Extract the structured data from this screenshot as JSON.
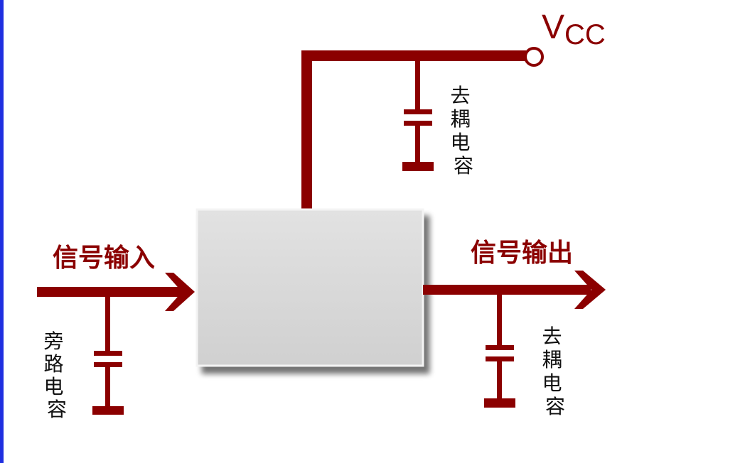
{
  "colors": {
    "wire": "#8b0000",
    "left_border": "#1f2fe0",
    "box_fill": "#d9d9d9",
    "box_edge": "#ffffff",
    "shadow": "#7a7a7a",
    "caption_text": "#111111"
  },
  "vcc": {
    "main": "V",
    "sub": "CC"
  },
  "input_label": "信号输入",
  "output_label": "信号输出",
  "cap_top_label": [
    "去",
    "耦",
    "电",
    "容"
  ],
  "cap_left_label": [
    "旁",
    "路",
    "电",
    "容"
  ],
  "cap_right_label": [
    "去",
    "耦",
    "电",
    "容"
  ]
}
